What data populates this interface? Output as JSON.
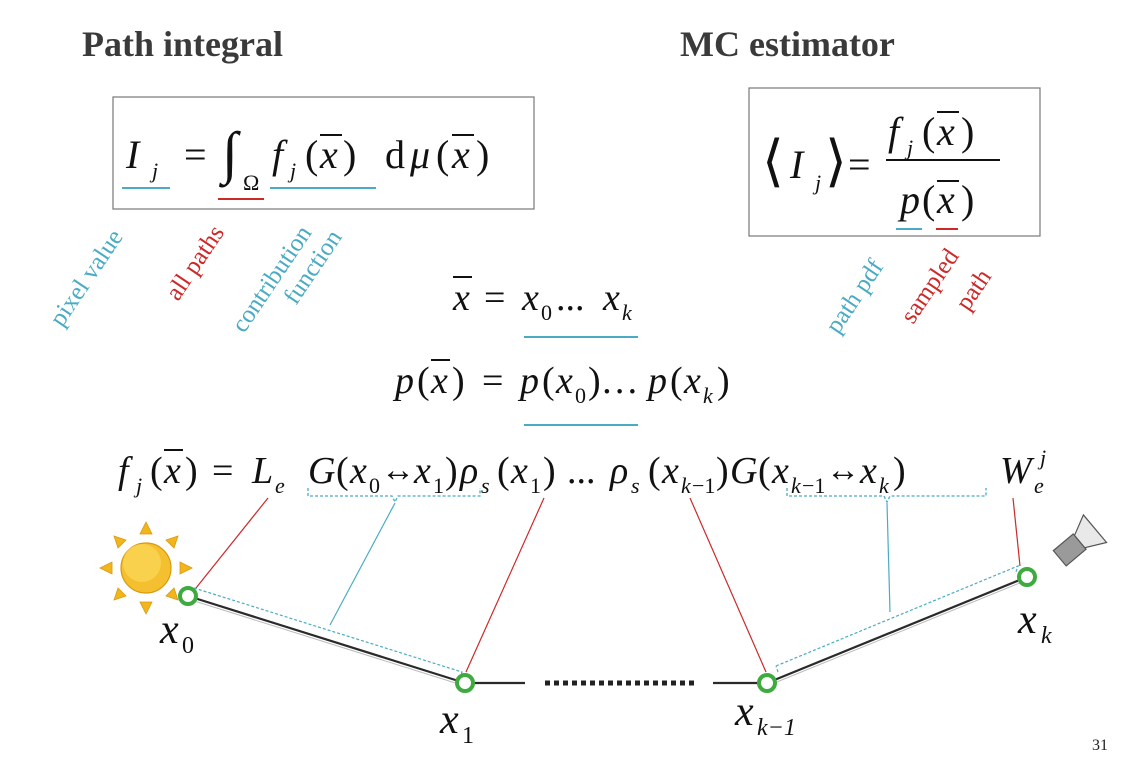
{
  "titles": {
    "left": "Path integral",
    "right": "MC estimator"
  },
  "colors": {
    "blue": "#4aabc4",
    "red": "#cc2929",
    "title": "#3a3a3a",
    "math": "#111111",
    "vertex": "#3faa3f",
    "sun": "#f2b51c"
  },
  "annotations": {
    "pixel_value": "pixel value",
    "all_paths": "all paths",
    "contribution": "contribution",
    "function": "function",
    "path_pdf": "path pdf",
    "sampled": "sampled",
    "path": "path"
  },
  "vertex_labels": {
    "x0": "x",
    "x0_sub": "0",
    "x1": "x",
    "x1_sub": "1",
    "xk1": "x",
    "xk1_sub": "k−1",
    "xk": "x",
    "xk_sub": "k"
  },
  "slide_number": "31",
  "icons": {
    "light": "sun-icon",
    "camera": "camera-icon"
  }
}
